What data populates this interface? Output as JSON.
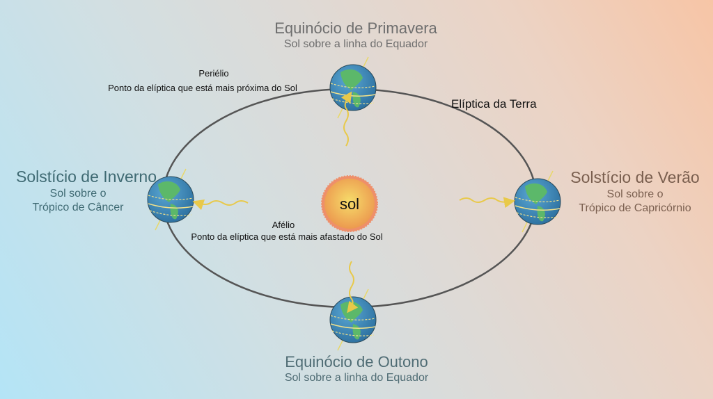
{
  "orbit_label": "Elíptica da Terra",
  "sun_label": "sol",
  "spring": {
    "title": "Equinócio de Primavera",
    "subtitle": "Sol sobre a linha do Equador"
  },
  "autumn": {
    "title": "Equinócio de Outono",
    "subtitle": "Sol sobre a linha do Equador"
  },
  "winter": {
    "title": "Solstício de Inverno",
    "line1": "Sol sobre o",
    "line2": "Trópico de Câncer"
  },
  "summer": {
    "title": "Solstício de Verão",
    "line1": "Sol sobre o",
    "line2": "Trópico de Capricórnio"
  },
  "perihelion": {
    "title": "Periélio",
    "desc": "Ponto da elíptica que está mais próxima do Sol"
  },
  "aphelion": {
    "title": "Afélio",
    "desc": "Ponto da elíptica que está mais afastado do Sol"
  },
  "colors": {
    "ocean": "#3f8fc0",
    "land": "#5cb86a",
    "ray": "#e8c94a",
    "orbit": "#555555"
  }
}
